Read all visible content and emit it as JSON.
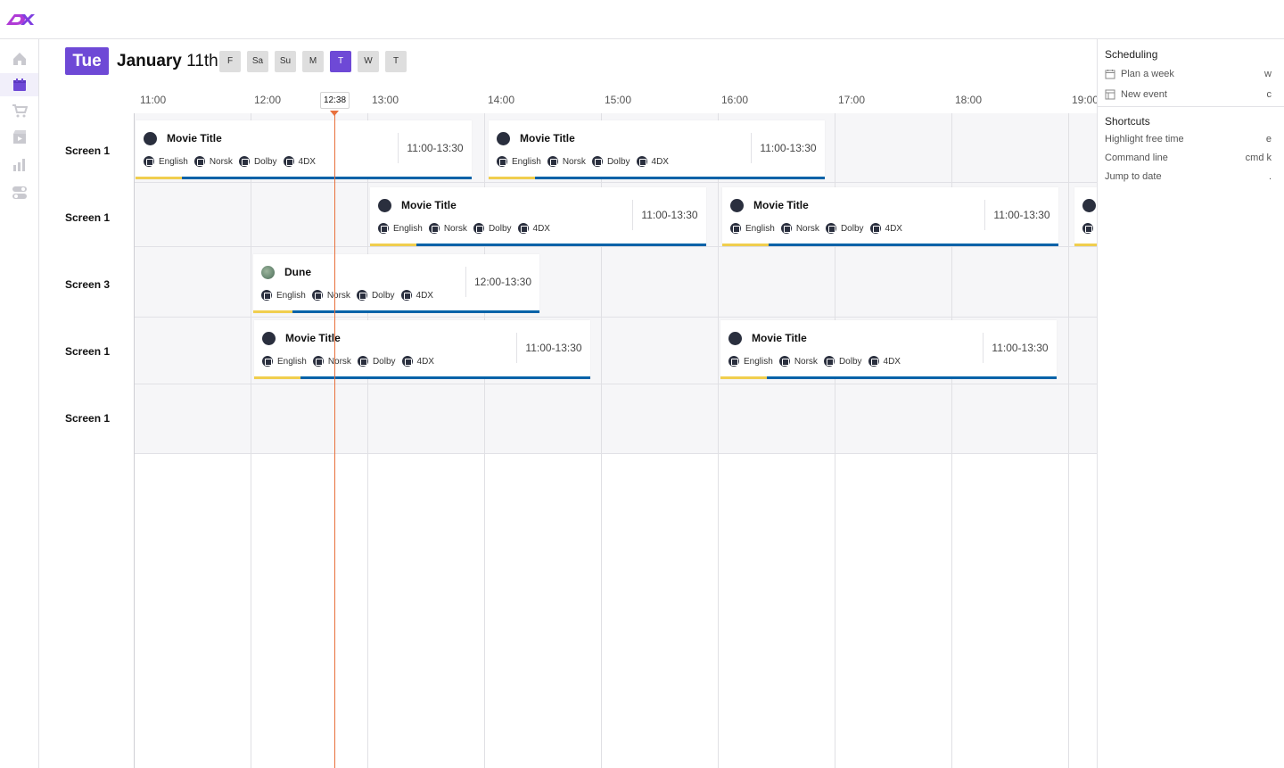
{
  "brand": {
    "logo_text": "DX",
    "accent": "#6e49d6"
  },
  "nav": [
    {
      "name": "home",
      "icon": "home-icon"
    },
    {
      "name": "schedule",
      "icon": "calendar-icon",
      "active": true
    },
    {
      "name": "shop",
      "icon": "cart-icon"
    },
    {
      "name": "movies",
      "icon": "film-icon"
    },
    {
      "name": "stats",
      "icon": "bar-chart-icon"
    },
    {
      "name": "settings",
      "icon": "toggle-icon"
    }
  ],
  "header": {
    "day": "Tue",
    "month": "January",
    "date": "11th",
    "days": [
      "F",
      "Sa",
      "Su",
      "M",
      "T",
      "W",
      "T"
    ],
    "active_day_index": 4
  },
  "timeline": {
    "ticks": [
      "11:00",
      "12:00",
      "13:00",
      "14:00",
      "15:00",
      "16:00",
      "17:00",
      "18:00",
      "19:00"
    ],
    "now": "12:38"
  },
  "rows": [
    {
      "label": "Screen 1"
    },
    {
      "label": "Screen 1"
    },
    {
      "label": "Screen 3"
    },
    {
      "label": "Screen 1"
    },
    {
      "label": "Screen 1"
    }
  ],
  "tags": [
    "English",
    "Norsk",
    "Dolby",
    "4DX"
  ],
  "events": [
    {
      "title": "Movie Title",
      "time": "11:00-13:30",
      "row": 0
    },
    {
      "title": "Movie Title",
      "time": "11:00-13:30",
      "row": 0
    },
    {
      "title": "Movie Title",
      "time": "11:00-13:30",
      "row": 1
    },
    {
      "title": "Movie Title",
      "time": "11:00-13:30",
      "row": 1
    },
    {
      "title": "Dune",
      "time": "12:00-13:30",
      "row": 2
    },
    {
      "title": "Movie Title",
      "time": "11:00-13:30",
      "row": 3
    },
    {
      "title": "Movie Title",
      "time": "11:00-13:30",
      "row": 3
    }
  ],
  "right_panel": {
    "scheduling_title": "Scheduling",
    "scheduling": [
      {
        "label": "Plan a week",
        "key": "w",
        "icon": "calendar-icon"
      },
      {
        "label": "New event",
        "key": "c",
        "icon": "new-event-icon"
      }
    ],
    "shortcuts_title": "Shortcuts",
    "shortcuts": [
      {
        "label": "Highlight free time",
        "key": "e"
      },
      {
        "label": "Command line",
        "key": "cmd k"
      },
      {
        "label": "Jump to date",
        "key": "."
      }
    ]
  }
}
